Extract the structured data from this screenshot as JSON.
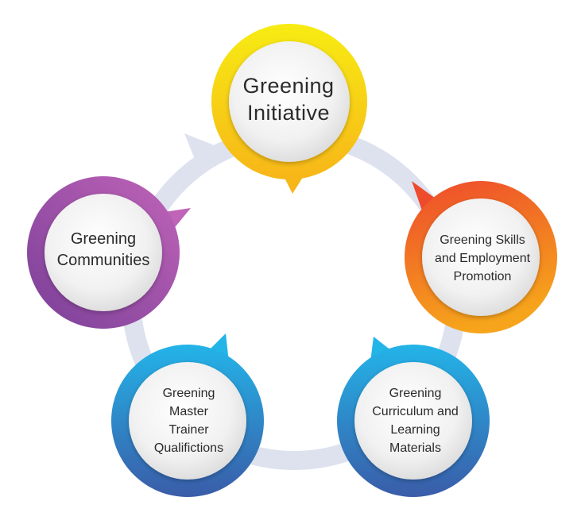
{
  "nodes": [
    {
      "id": "initiative",
      "label": "Greening\nInitiative",
      "colors": [
        "#f7ec13",
        "#f7b618"
      ]
    },
    {
      "id": "skills",
      "label": "Greening Skills\nand Employment\nPromotion",
      "colors": [
        "#ee4a2c",
        "#f6a41b"
      ]
    },
    {
      "id": "curriculum",
      "label": "Greening\nCurriculum and\nLearning\nMaterials",
      "colors": [
        "#23b4e8",
        "#3a5ca8"
      ]
    },
    {
      "id": "trainer",
      "label": "Greening\nMaster\nTrainer\nQualifictions",
      "colors": [
        "#23b4e8",
        "#3a5ca8"
      ]
    },
    {
      "id": "communities",
      "label": "Greening\nCommunities",
      "colors": [
        "#c064b8",
        "#7a3f98"
      ]
    }
  ],
  "ring_color": "#dde2ee",
  "arrow_icon": "cycle-arrow-icon"
}
